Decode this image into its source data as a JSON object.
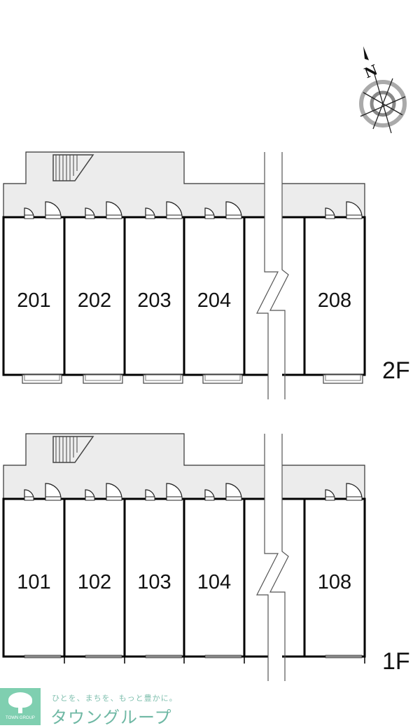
{
  "floors": [
    {
      "label": "2F",
      "units": [
        "201",
        "202",
        "203",
        "204",
        "",
        "208"
      ],
      "balconies": true
    },
    {
      "label": "1F",
      "units": [
        "101",
        "102",
        "103",
        "104",
        "",
        "108"
      ],
      "balconies": false
    }
  ],
  "compass": {
    "label": "N"
  },
  "logo": {
    "small": "TOWN GROUP",
    "tagline": "ひとを、まちを、もっと豊かに。",
    "brand": "タウングループ"
  },
  "colors": {
    "common_area": "#ececec",
    "wall": "#000000",
    "accent": "#7fcfb0"
  }
}
